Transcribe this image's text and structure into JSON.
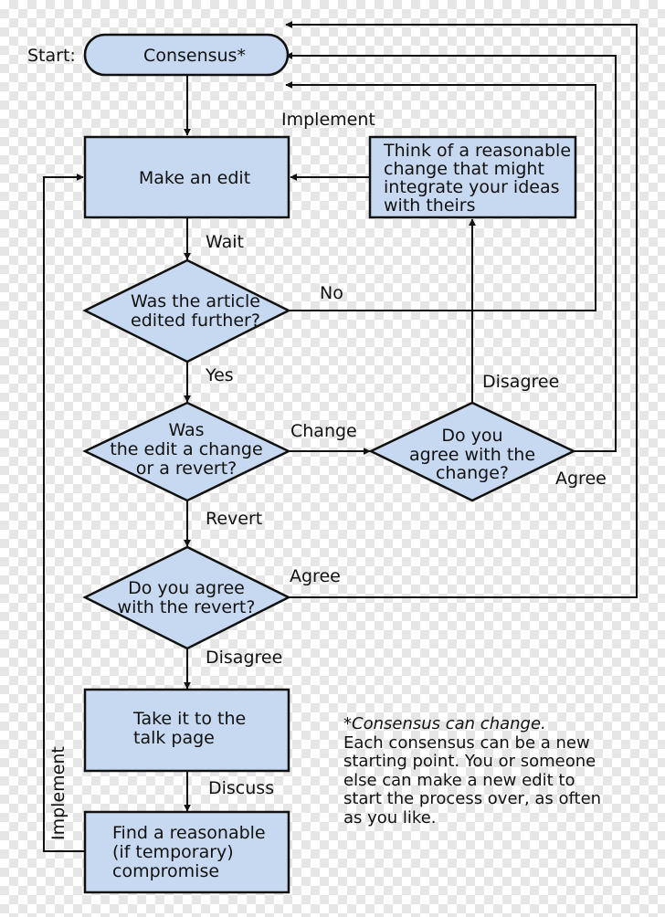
{
  "start_label": "Start:",
  "nodes": {
    "consensus": "Consensus*",
    "make_edit": "Make an edit",
    "think": [
      "Think of a reasonable",
      "change that might",
      "integrate your ideas",
      "with theirs"
    ],
    "edited_further": [
      "Was the article",
      "edited further?"
    ],
    "change_or_revert": [
      "Was",
      "the edit a change",
      "or a revert?"
    ],
    "agree_change": [
      "Do you",
      "agree with the",
      "change?"
    ],
    "agree_revert": [
      "Do you agree",
      "with the revert?"
    ],
    "talk_page": [
      "Take it to the",
      "talk page"
    ],
    "compromise": [
      "Find a reasonable",
      "(if temporary)",
      "compromise"
    ]
  },
  "edge_labels": {
    "implement_top": "Implement",
    "wait": "Wait",
    "no": "No",
    "yes": "Yes",
    "change": "Change",
    "disagree_up": "Disagree",
    "agree_right": "Agree",
    "revert": "Revert",
    "agree_revert": "Agree",
    "disagree_down": "Disagree",
    "discuss": "Discuss",
    "implement_side": "Implement"
  },
  "note": {
    "title": "*Consensus can change.",
    "body": "Each consensus can be a new\nstarting point. You or someone\nelse can make a new edit to\nstart the process over, as often\nas you like."
  },
  "colors": {
    "node_fill": "#c6d9f0",
    "stroke": "#111111"
  }
}
